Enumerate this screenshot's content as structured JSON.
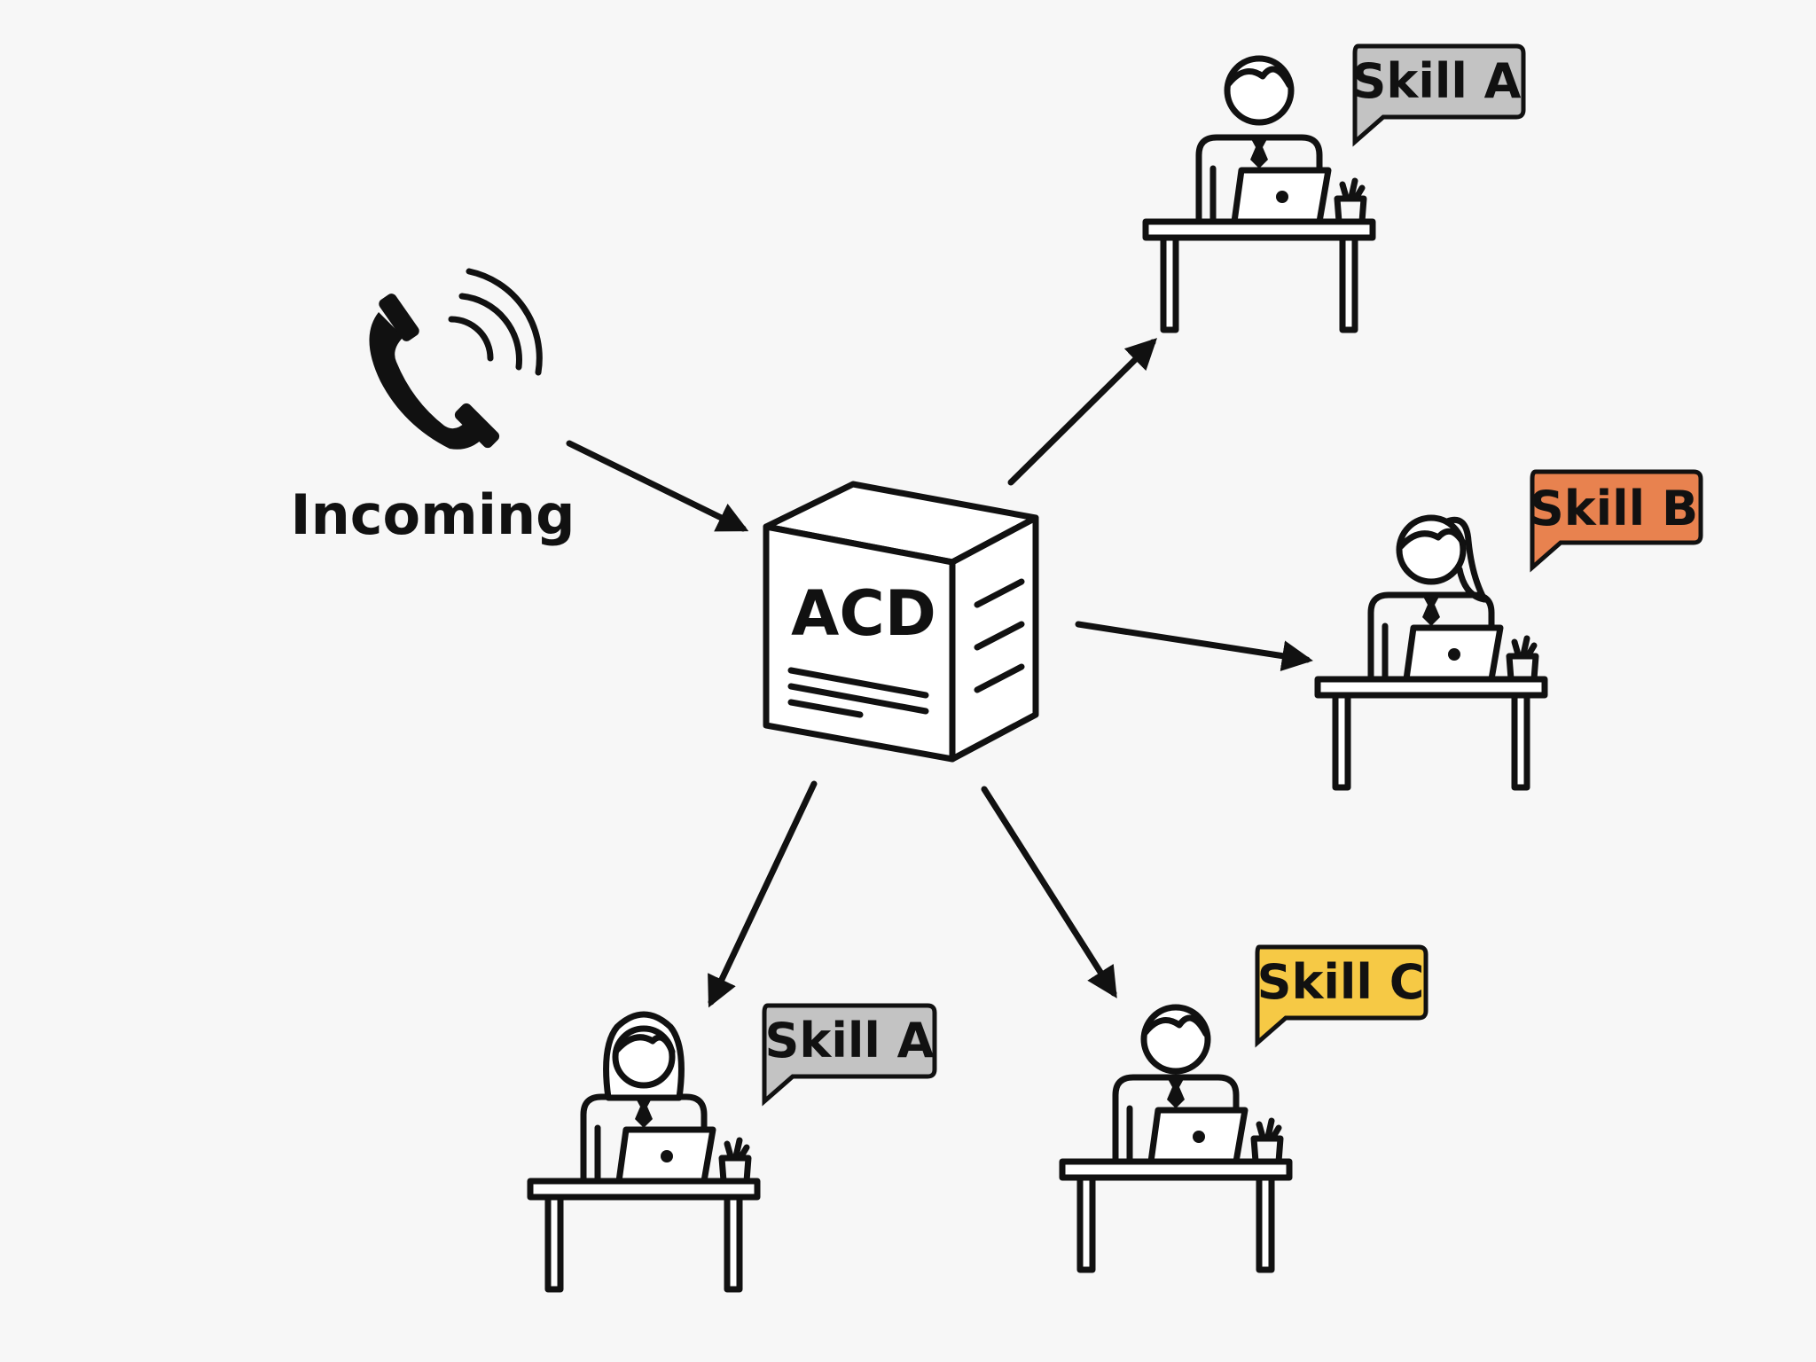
{
  "caller": {
    "label": "Incoming",
    "icon": "phone-ringing-icon"
  },
  "router": {
    "label": "ACD",
    "icon": "server-box-icon"
  },
  "agents": [
    {
      "skill": "Skill A",
      "bubble_color": "#c3c3c3",
      "icon": "agent-male-icon"
    },
    {
      "skill": "Skill B",
      "bubble_color": "#e8824f",
      "icon": "agent-female-ponytail-icon"
    },
    {
      "skill": "Skill A",
      "bubble_color": "#c3c3c3",
      "icon": "agent-female-icon"
    },
    {
      "skill": "Skill C",
      "bubble_color": "#f6c945",
      "icon": "agent-male-icon"
    }
  ]
}
